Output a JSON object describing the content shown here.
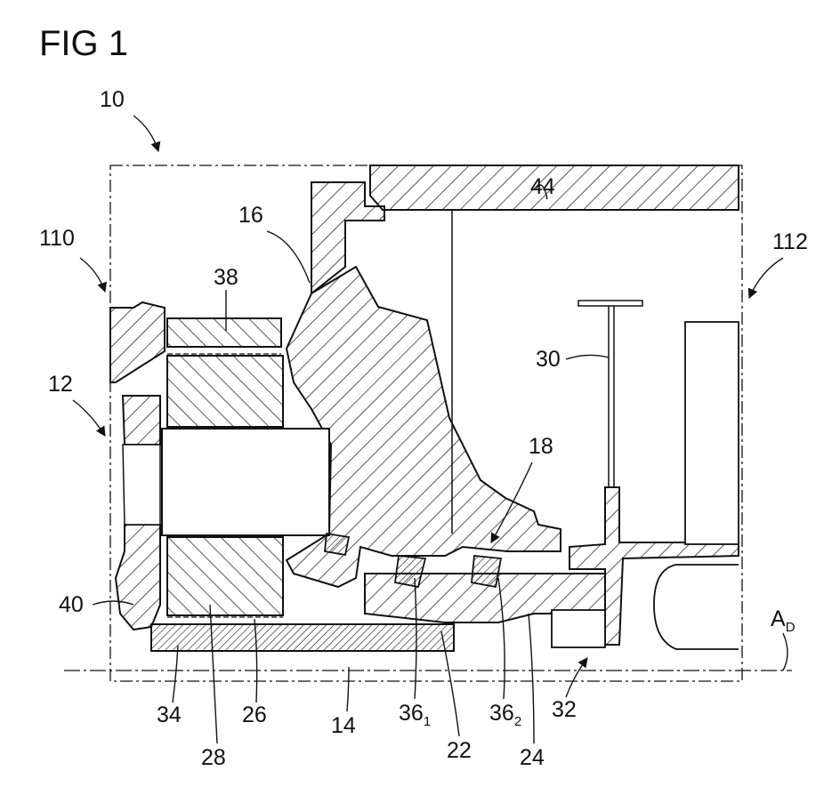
{
  "figure": {
    "title": "FIG 1",
    "labels": {
      "l10": "10",
      "l110": "110",
      "l112": "112",
      "l12": "12",
      "l14": "14",
      "l16": "16",
      "l18": "18",
      "l22": "22",
      "l24": "24",
      "l26": "26",
      "l28": "28",
      "l30": "30",
      "l32": "32",
      "l34": "34",
      "l36a_main": "36",
      "l36a_sub": "1",
      "l36b_main": "36",
      "l36b_sub": "2",
      "l38": "38",
      "l40": "40",
      "l44": "44",
      "axis_main": "A",
      "axis_sub": "D"
    },
    "colors": {
      "line": "#111111",
      "background": "#ffffff"
    }
  }
}
